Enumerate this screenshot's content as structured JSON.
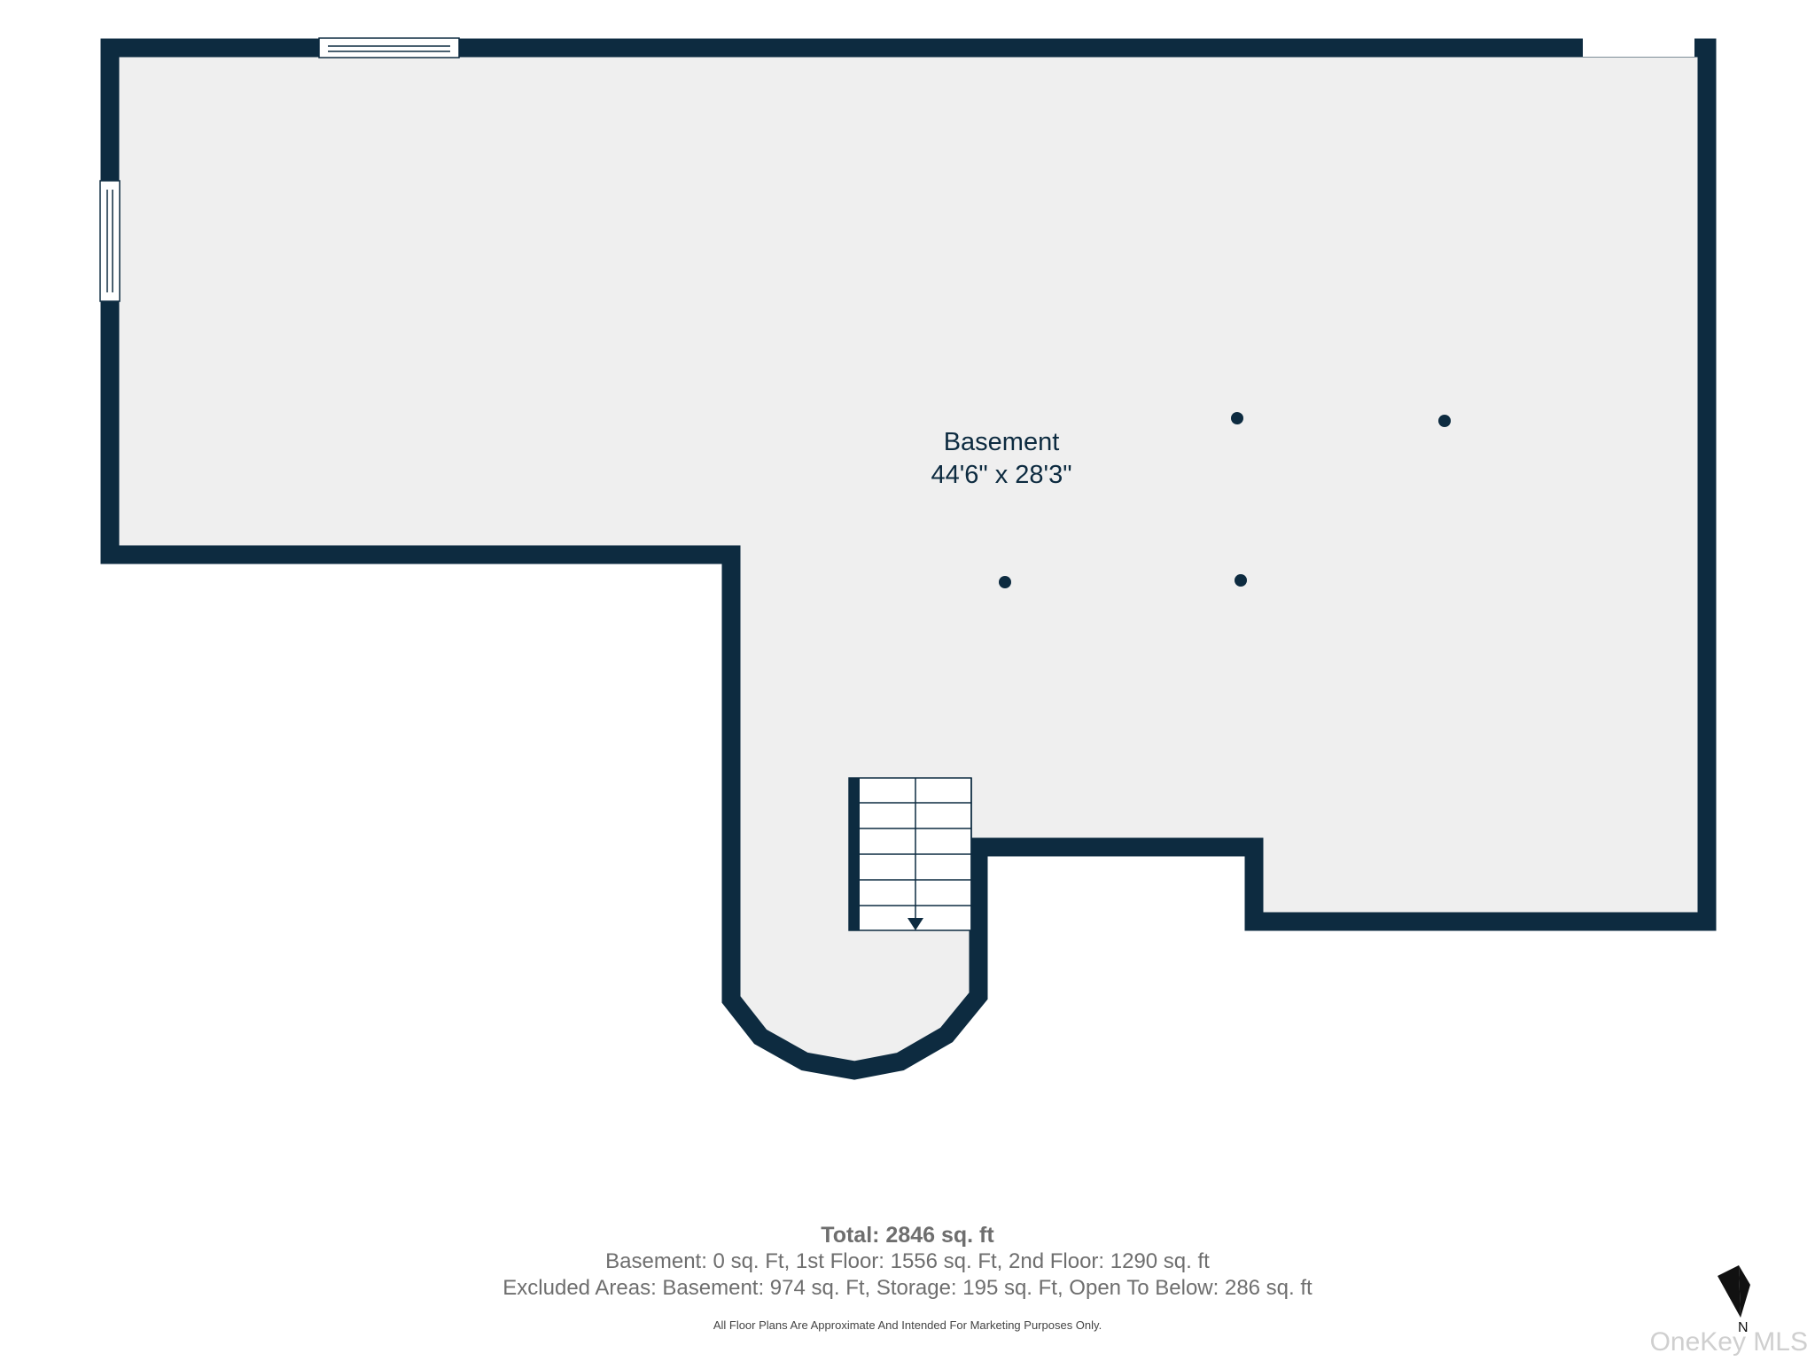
{
  "room": {
    "name": "Basement",
    "dimensions": "44'6\" x 28'3\""
  },
  "summary": {
    "total": "Total: 2846 sq. ft",
    "breakdown": "Basement: 0 sq. Ft, 1st Floor: 1556 sq. Ft, 2nd Floor: 1290 sq. ft",
    "excluded": "Excluded Areas: Basement: 974 sq. Ft, Storage: 195 sq. Ft, Open To Below: 286 sq. ft",
    "disclaimer": "All Floor Plans Are Approximate And Intended For Marketing Purposes Only."
  },
  "compass": {
    "label": "N"
  },
  "watermark": "OneKey MLS",
  "colors": {
    "wall": "#0d2b40",
    "floor": "#efefef",
    "background": "#ffffff",
    "footer_text": "#6e6e6e"
  },
  "icons": [
    "window-icon",
    "column-icon",
    "stairs-icon",
    "down-arrow-icon",
    "compass-arrow-icon"
  ]
}
